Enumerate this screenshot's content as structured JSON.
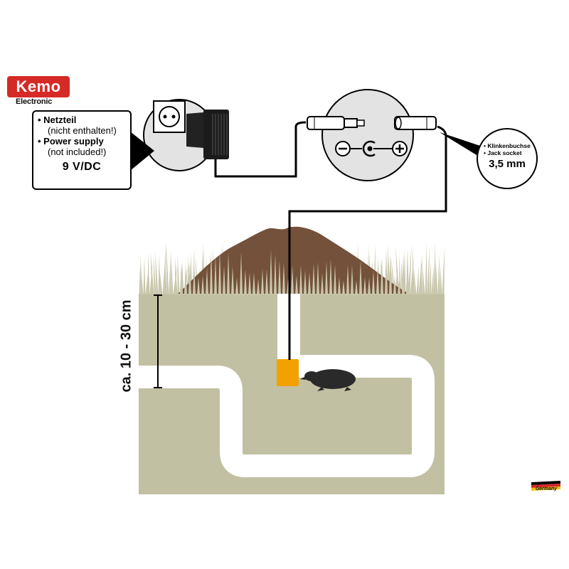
{
  "logo": {
    "brand": "Kemo",
    "sub": "Electronic"
  },
  "power_supply": {
    "item1_title": "Netzteil",
    "item1_sub": "(nicht enthalten!)",
    "item2_title": "Power supply",
    "item2_sub": "(not included!)",
    "voltage": "9 V/DC"
  },
  "jack": {
    "line1": "Klinkenbuchse",
    "line2": "Jack socket",
    "size": "3,5 mm"
  },
  "depth_label": "ca. 10 - 30 cm",
  "origin_label": "Germany",
  "colors": {
    "soil": "#c2c0a2",
    "molehill": "#74513a",
    "grass": "#c9c7ad",
    "device": "#f2a100",
    "logo_red": "#d62a27",
    "circle_gray": "#e3e3e3"
  }
}
